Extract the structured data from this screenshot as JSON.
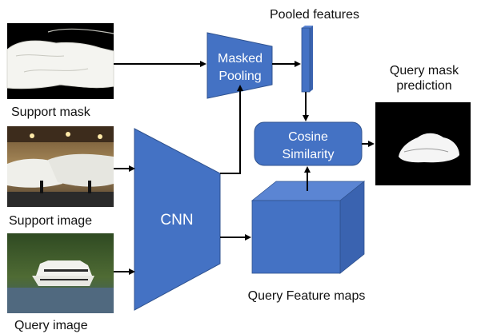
{
  "labels": {
    "pooled_features": "Pooled features",
    "query_mask_line1": "Query mask",
    "query_mask_line2": "prediction",
    "support_mask": "Support mask",
    "support_image": "Support image",
    "query_image": "Query image",
    "query_feature_maps": "Query Feature maps"
  },
  "blocks": {
    "masked_pooling_line1": "Masked",
    "masked_pooling_line2": "Pooling",
    "cosine_line1": "Cosine",
    "cosine_line2": "Similarity",
    "cnn": "CNN"
  },
  "colors": {
    "block_fill": "#4472c4",
    "block_stroke": "#2f528f",
    "cube_top": "#5b85d3",
    "cube_side": "#3a63b0",
    "arrow": "#000000"
  }
}
